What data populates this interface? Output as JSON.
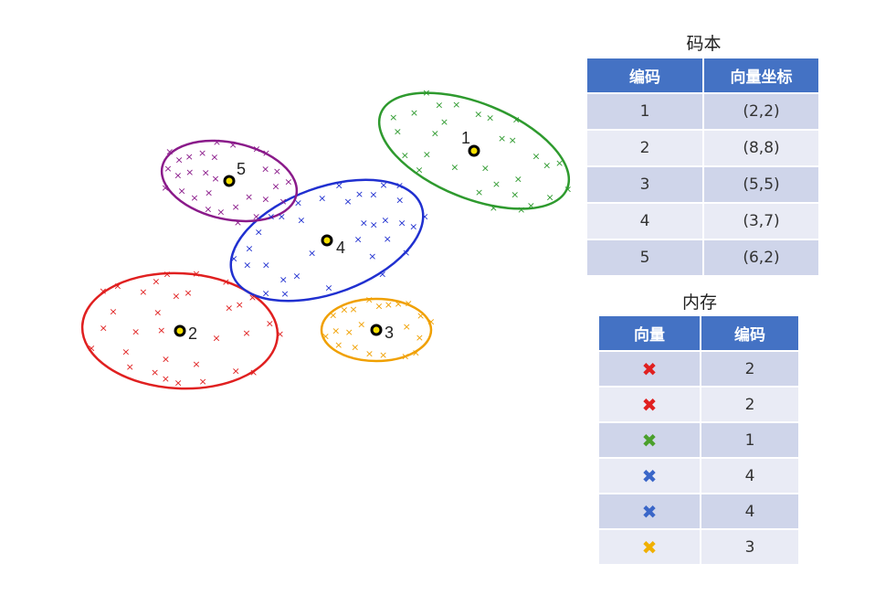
{
  "clusters": [
    {
      "code": "1",
      "color": "#2e9a2e",
      "count": 30
    },
    {
      "code": "2",
      "color": "#e02020",
      "count": 32
    },
    {
      "code": "3",
      "color": "#f0a000",
      "count": 22
    },
    {
      "code": "4",
      "color": "#2030d0",
      "count": 34
    },
    {
      "code": "5",
      "color": "#8a1a8a",
      "count": 30
    }
  ],
  "codebook": {
    "title": "码本",
    "headers": [
      "编码",
      "向量坐标"
    ],
    "rows": [
      {
        "code": "1",
        "vector": "(2,2)"
      },
      {
        "code": "2",
        "vector": "(8,8)"
      },
      {
        "code": "3",
        "vector": "(5,5)"
      },
      {
        "code": "4",
        "vector": "(3,7)"
      },
      {
        "code": "5",
        "vector": "(6,2)"
      }
    ]
  },
  "memory": {
    "title": "内存",
    "headers": [
      "向量",
      "编码"
    ],
    "rows": [
      {
        "color": "#e02020",
        "code": "2"
      },
      {
        "color": "#e02020",
        "code": "2"
      },
      {
        "color": "#4aa02c",
        "code": "1"
      },
      {
        "color": "#3a66c8",
        "code": "4"
      },
      {
        "color": "#3a66c8",
        "code": "4"
      },
      {
        "color": "#f0b000",
        "code": "3"
      }
    ]
  }
}
